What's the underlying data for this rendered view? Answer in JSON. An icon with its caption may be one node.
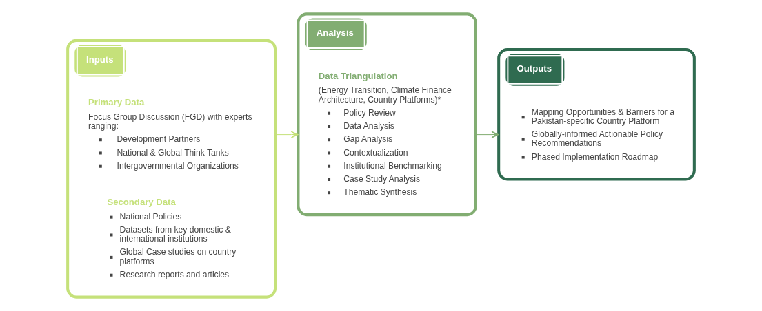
{
  "diagram": {
    "nodes": [
      {
        "text": [
          "Inputs"
        ]
      },
      {
        "text": [
          "Primary Data",
          "Focus Group Discussion (FGD) with experts ranging:",
          "Development Partners",
          "National & Global Think Tanks",
          "Intergovernmental Organizations"
        ],
        "in": 0
      },
      {
        "text": [
          "Secondary Data",
          "National Policies",
          "Datasets from key domestic & international institutions",
          "Global Case studies on country platforms",
          "Research reports and articles"
        ],
        "in": 0
      },
      {
        "text": [
          "Analysis"
        ]
      },
      {
        "text": [
          "Data Triangulation",
          "(Energy Transition, Climate Finance Architecture, Country Platforms)*",
          "Policy Review",
          "Data Analysis",
          "Gap Analysis",
          "Contextualization",
          "Institutional Benchmarking",
          "Case Study Analysis",
          "Thematic Synthesis"
        ],
        "in": 3
      },
      {
        "text": [
          "Outputs"
        ]
      },
      {
        "text": [
          "Mapping Opportunities & Barriers for a Pakistan-specific Country Platform",
          "Globally-informed Actionable Policy Recommendations",
          "Phased Implementation Roadmap"
        ],
        "in": 5
      }
    ],
    "edges": [
      {
        "from": 0,
        "to": 3,
        "arrow": "to",
        "color": "#c5e17a"
      },
      {
        "from": 3,
        "to": 5,
        "arrow": "to",
        "color": "#82ad72"
      }
    ]
  }
}
